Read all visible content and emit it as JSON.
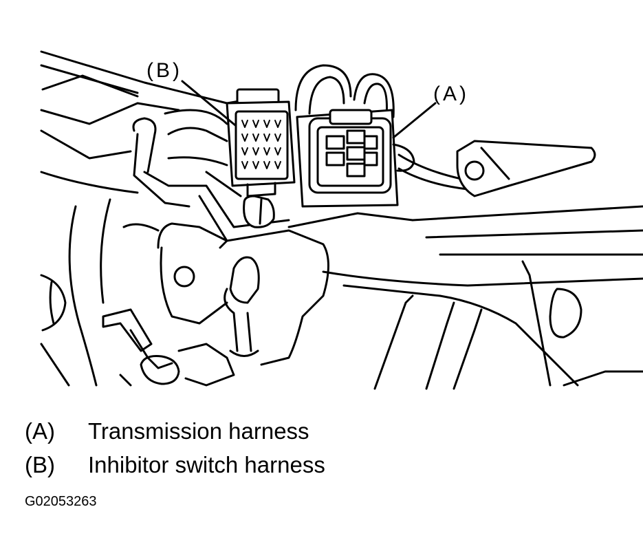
{
  "callouts": {
    "a": "(A)",
    "b": "(B)"
  },
  "legend": [
    {
      "key": "(A)",
      "text": "Transmission harness"
    },
    {
      "key": "(B)",
      "text": "Inhibitor switch harness"
    }
  ],
  "figure_code": "G02053263",
  "colors": {
    "ink": "#000000",
    "paper": "#ffffff"
  }
}
